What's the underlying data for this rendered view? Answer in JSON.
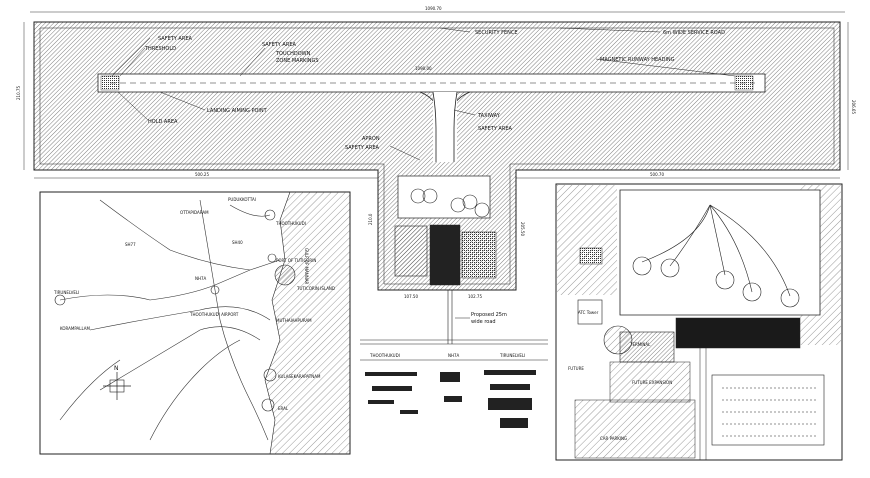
{
  "runway_plan": {
    "overall_dimension": "1090.70",
    "security_fence": "SECURITY FENCE",
    "service_road": "6m WIDE SERVICE ROAD",
    "safety_area_left": "SAFETY AREA",
    "threshold": "THRESHOLD",
    "safety_area_mid": "SAFETY AREA",
    "touchdown": "TOUCHDOWN",
    "zone_markings": "ZONE MARKINGS",
    "runway_heading": "MAGNETIC RUNWAY HEADING",
    "centre_dim": "1090.00",
    "landing_aiming_point": "LANDING AIMING POINT",
    "hold_area": "HOLD AREA",
    "taxiway": "TAXIWAY",
    "safety_area_right": "SAFETY AREA",
    "apron": "APRON",
    "safety_area_apron": "SAFETY AREA",
    "left_dim": "210.75",
    "right_dim": "206.65",
    "bottom_left_dim": "500.25",
    "bottom_right_dim": "500.70"
  },
  "location_map": {
    "places": [
      {
        "name": "OTTAPIDARAM"
      },
      {
        "name": "PUDUKKOTTAI"
      },
      {
        "name": "THOOTHUKUDI"
      },
      {
        "name": "SH77"
      },
      {
        "name": "SH40"
      },
      {
        "name": "NH7A"
      },
      {
        "name": "TIRUNELVELI"
      },
      {
        "name": "THOOTHUKUDI AIRPORT"
      },
      {
        "name": "PORT OF TUTICORIN"
      },
      {
        "name": "TUTICORIN ISLAND"
      },
      {
        "name": "MUTHAIAHPURAM"
      },
      {
        "name": "KORAMPALLAM"
      },
      {
        "name": "KULASEKARAPATNAM"
      },
      {
        "name": "ERAL"
      }
    ],
    "north_label": "N",
    "sea_label": "GULF OF MANNAR"
  },
  "terminal_area": {
    "dim_top": "210.0",
    "dim_right": "205.50",
    "dim_bottom_a": "107.50",
    "dim_bottom_b": "102.75",
    "proposed_road_line1": "Proposed 25m",
    "proposed_road_line2": "wide road"
  },
  "elevations": {
    "labels": [
      "THOOTHUKUDI",
      "NH7A",
      "TIRUNELVELI"
    ]
  },
  "enlarged_plan": {
    "atc_tower": "ATC Tower",
    "terminal": "TERMINAL",
    "future_expansion": "FUTURE EXPANSION",
    "car_parking": "CAR PARKING",
    "future": "FUTURE"
  }
}
